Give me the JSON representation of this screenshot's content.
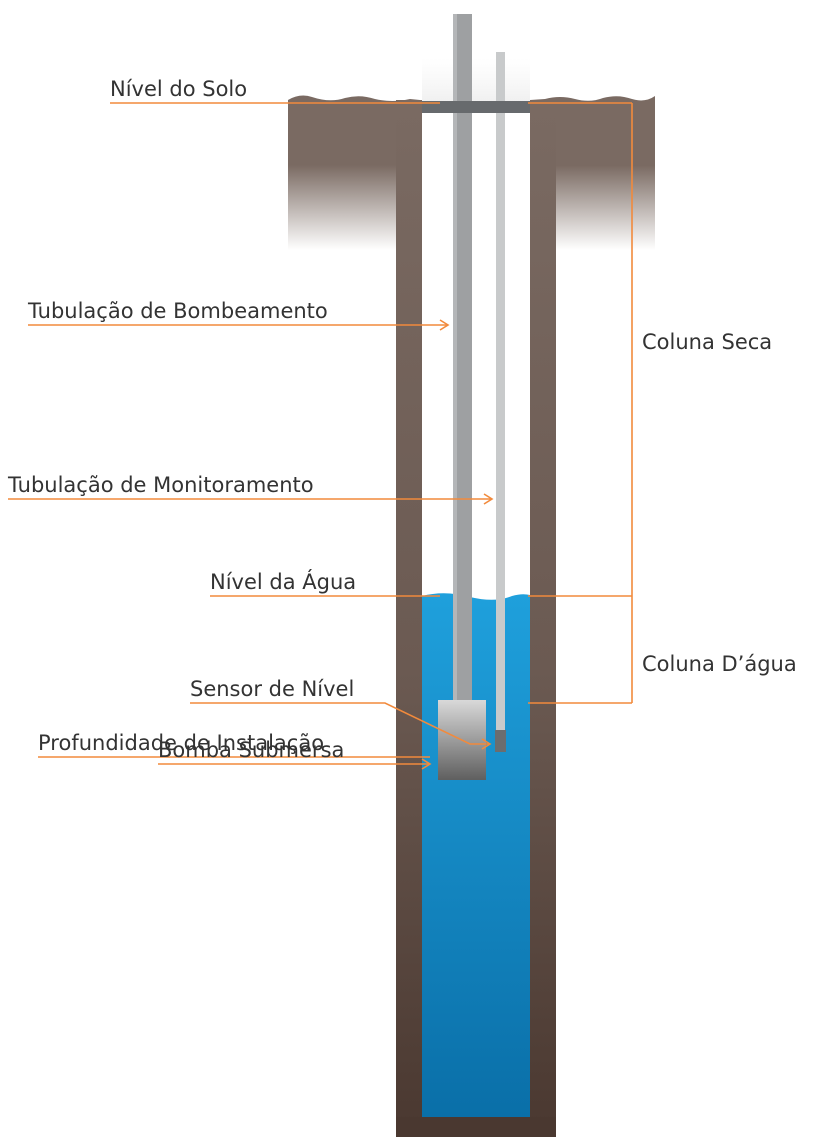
{
  "colors": {
    "soil_top": "#7a6a62",
    "soil_bottom": "#4a3830",
    "water_top": "#1fa0dc",
    "water_bottom": "#0a6fa8",
    "pump_pipe": "#9ea0a2",
    "monitor_pipe": "#c8cacb",
    "sensor": "#6b6d6f",
    "cap": "#676a6d",
    "pump_top": "#d9d9d9",
    "pump_bottom": "#5f5f5f",
    "leader_line": "#f28a3c",
    "text": "#333333"
  },
  "labels": {
    "ground_level": "Nível do Solo",
    "pumping_tubing": "Tubulação de Bombeamento",
    "monitoring_tubing": "Tubulação de Monitoramento",
    "water_level": "Nível da Água",
    "level_sensor": "Sensor de Nível",
    "install_depth": "Profundidade de Instalação",
    "submersible_pump": "Bomba Submersa",
    "dry_column": "Coluna Seca",
    "water_column": "Coluna D’água"
  },
  "icons": {
    "pump": "submersible-pump-icon",
    "sensor": "level-sensor-icon"
  }
}
